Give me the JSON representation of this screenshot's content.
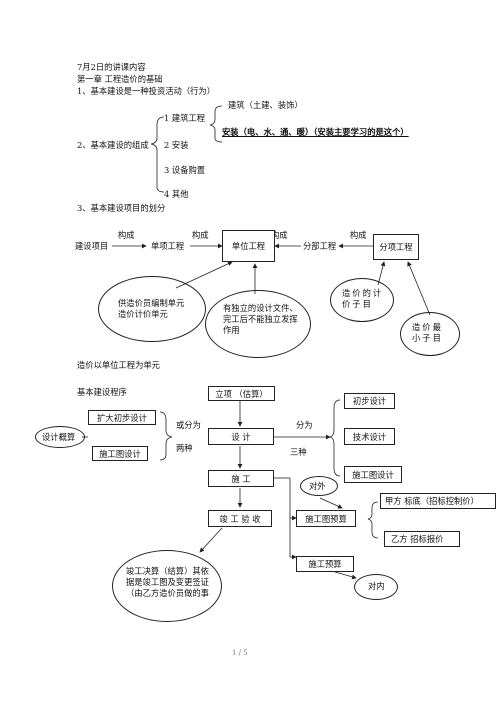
{
  "header": {
    "date_line": "7月2日的讲课内容",
    "chapter": "第一章  工程造价的基础"
  },
  "section1": {
    "heading": "1、基本建设是一种投资活动（行为）",
    "building_items": [
      "建筑（土建、装饰）",
      "安装（电、水、通、暖）（安装主要学习的是这个）"
    ],
    "composition_label": "2、基本建设的组成",
    "composition_items": [
      "1 建筑工程",
      "2 安装",
      "3 设备购置",
      "4 其他"
    ]
  },
  "section3": {
    "heading": "3、基本建设项目的划分",
    "nodes": [
      "建设项目",
      "单项工程",
      "单位工程",
      "分部工程",
      "分项工程"
    ],
    "relation_label": "构成",
    "bubbles": [
      "供造价员编制单元造价计价单元",
      "有独立的设计文件、完工后不能独立发挥作用",
      "造价的计价子目",
      "造价最小子目"
    ],
    "note": "造价以单位工程为单元"
  },
  "procedure": {
    "heading": "基本建设程序",
    "steps": [
      "立项  （估算）",
      "设     计",
      "施     工",
      "竣 工 验 收"
    ],
    "design_kinds_left": [
      "扩大初步设计",
      "施工图设计"
    ],
    "design_left_bubble": "设计概算",
    "or_divided": "或分为",
    "two_kinds": "两种",
    "divided": "分为",
    "three_kinds": "三种",
    "design_kinds_right": [
      "初步设计",
      "技术设计",
      "施工图设计"
    ],
    "external_bubble": "对外",
    "internal_bubble": "对内",
    "drawing_budget": "施工图预算",
    "construction_budget": "施工预算",
    "party_a": "甲方  标底（招标控制价）",
    "party_b": "乙方  招标报价",
    "final_bubble": "竣工决算（结算）其依据是竣工图及变更签证（由乙方造价员做的事"
  },
  "footer": {
    "page_number": "1 / 5"
  }
}
